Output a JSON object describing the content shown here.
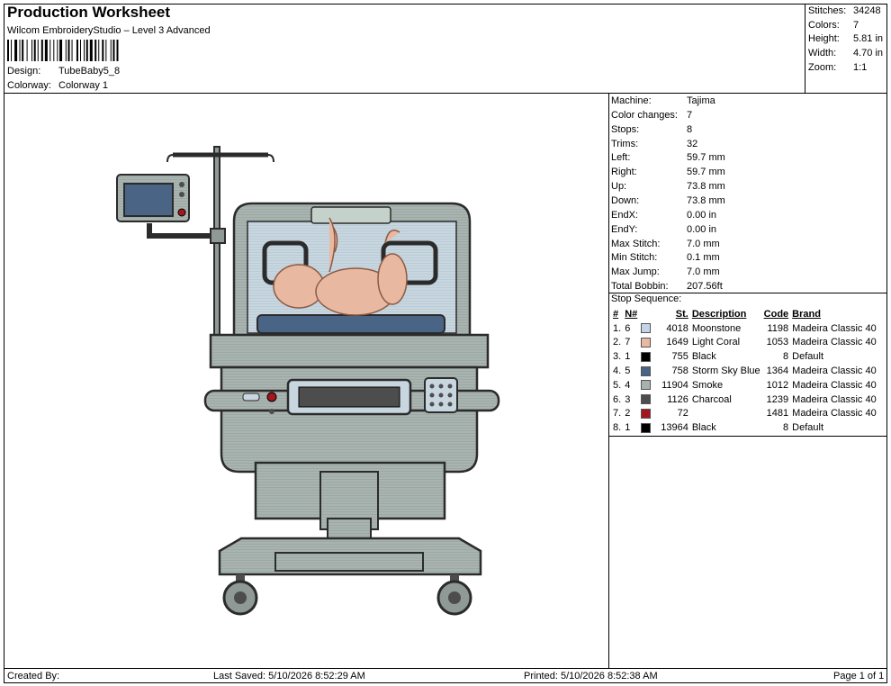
{
  "header": {
    "title": "Production Worksheet",
    "subtitle": "Wilcom EmbroideryStudio – Level 3 Advanced",
    "design_label": "Design:",
    "design_value": "TubeBaby5_8",
    "colorway_label": "Colorway:",
    "colorway_value": "Colorway 1"
  },
  "summary": [
    {
      "label": "Stitches:",
      "value": "34248"
    },
    {
      "label": "Colors:",
      "value": "7"
    },
    {
      "label": "Height:",
      "value": "5.81 in"
    },
    {
      "label": "Width:",
      "value": "4.70 in"
    },
    {
      "label": "Zoom:",
      "value": "1:1"
    }
  ],
  "machine_info": [
    {
      "label": "Machine:",
      "value": "Tajima"
    },
    {
      "label": "Color changes:",
      "value": "7"
    },
    {
      "label": "Stops:",
      "value": "8"
    },
    {
      "label": "Trims:",
      "value": "32"
    },
    {
      "label": "Left:",
      "value": "59.7 mm"
    },
    {
      "label": "Right:",
      "value": "59.7 mm"
    },
    {
      "label": "Up:",
      "value": "73.8 mm"
    },
    {
      "label": "Down:",
      "value": "73.8 mm"
    },
    {
      "label": "EndX:",
      "value": "0.00 in"
    },
    {
      "label": "EndY:",
      "value": "0.00 in"
    },
    {
      "label": "Max Stitch:",
      "value": "7.0 mm"
    },
    {
      "label": "Min Stitch:",
      "value": "0.1 mm"
    },
    {
      "label": "Max Jump:",
      "value": "7.0 mm"
    },
    {
      "label": "Total Bobbin:",
      "value": "207.56ft"
    }
  ],
  "stop_sequence": {
    "title": "Stop Sequence:",
    "headers": [
      "#",
      "N#",
      "St.",
      "Description",
      "Code",
      "Brand"
    ],
    "rows": [
      {
        "num": "1.",
        "n": "6",
        "color": "#c4d4e6",
        "st": "4018",
        "desc": "Moonstone",
        "code": "1198",
        "brand": "Madeira Classic 40"
      },
      {
        "num": "2.",
        "n": "7",
        "color": "#e8b9a0",
        "st": "1649",
        "desc": "Light Coral",
        "code": "1053",
        "brand": "Madeira Classic 40"
      },
      {
        "num": "3.",
        "n": "1",
        "color": "#000000",
        "st": "755",
        "desc": "Black",
        "code": "8",
        "brand": "Default"
      },
      {
        "num": "4.",
        "n": "5",
        "color": "#4a6486",
        "st": "758",
        "desc": "Storm Sky Blue",
        "code": "1364",
        "brand": "Madeira Classic 40"
      },
      {
        "num": "5.",
        "n": "4",
        "color": "#a7b2ae",
        "st": "11904",
        "desc": "Smoke",
        "code": "1012",
        "brand": "Madeira Classic 40"
      },
      {
        "num": "6.",
        "n": "3",
        "color": "#4d4d4d",
        "st": "1126",
        "desc": "Charcoal",
        "code": "1239",
        "brand": "Madeira Classic 40"
      },
      {
        "num": "7.",
        "n": "2",
        "color": "#a3161f",
        "st": "72",
        "desc": "",
        "code": "1481",
        "brand": "Madeira Classic 40"
      },
      {
        "num": "8.",
        "n": "1",
        "color": "#000000",
        "st": "13964",
        "desc": "Black",
        "code": "8",
        "brand": "Default"
      }
    ]
  },
  "footer": {
    "created_by": "Created By:",
    "last_saved": "Last Saved: 5/10/2026 8:52:29 AM",
    "printed": "Printed: 5/10/2026 8:52:38 AM",
    "page": "Page 1 of 1"
  }
}
